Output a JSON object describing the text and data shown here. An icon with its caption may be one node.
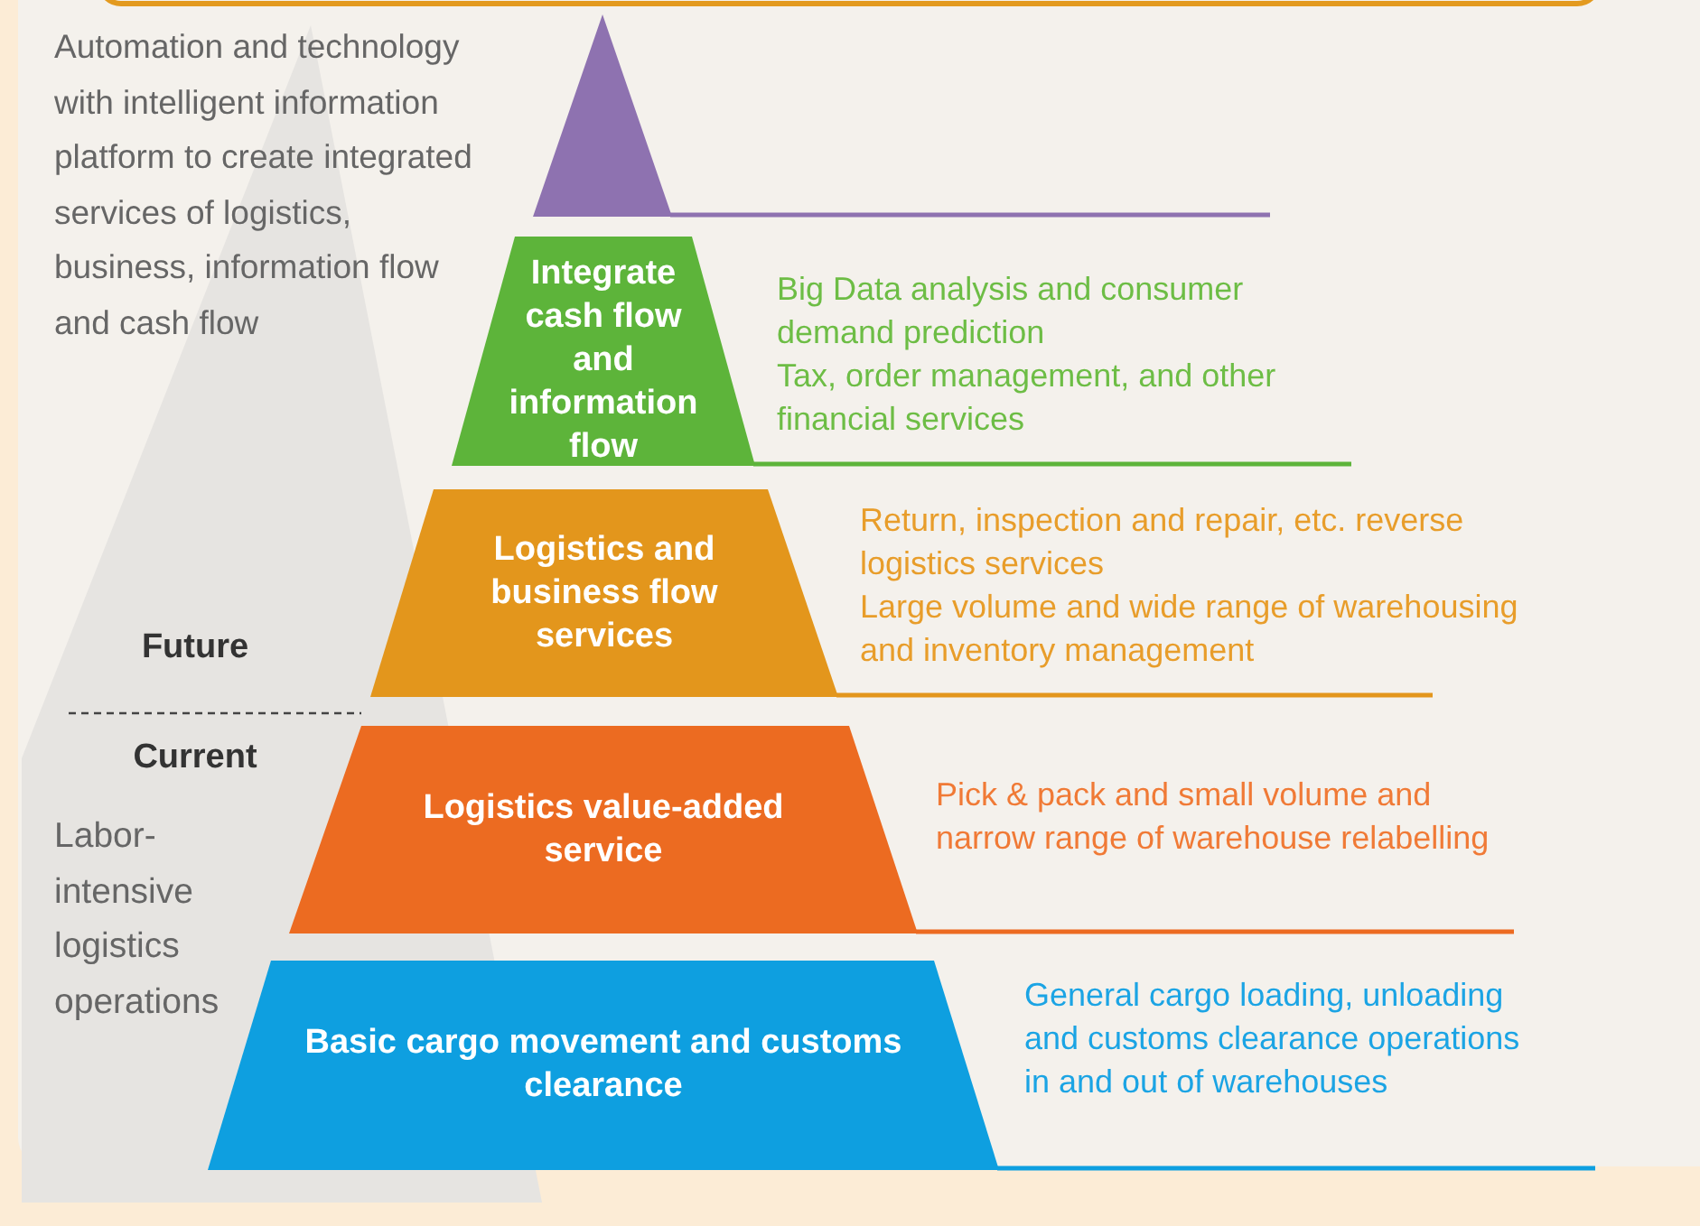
{
  "diagram": {
    "nodes": [
      {
        "text": [],
        "shape": "triangle"
      },
      {
        "text": [
          "Integrate cash flow and information flow"
        ],
        "beside": [
          "Big Data analysis and consumer demand prediction",
          "Tax, order management, and other financial services"
        ]
      },
      {
        "text": [
          "Logistics and business flow services"
        ],
        "beside": [
          "Return, inspection and repair, etc. reverse logistics services",
          "Large volume and wide range of warehousing and inventory management"
        ]
      },
      {
        "text": [
          "Logistics value-added service"
        ],
        "beside": [
          "Pick & pack and small volume and narrow range of warehouse relabelling"
        ]
      },
      {
        "text": [
          "Basic cargo movement and customs clearance"
        ],
        "beside": [
          "General cargo loading, unloading and customs clearance operations in and out of warehouses"
        ]
      }
    ],
    "labels": [
      "Automation and technology with intelligent information platform to create integrated services of logistics, business, information flow and cash flow",
      "Future",
      "Current",
      "Labor-intensive logistics operations"
    ]
  }
}
